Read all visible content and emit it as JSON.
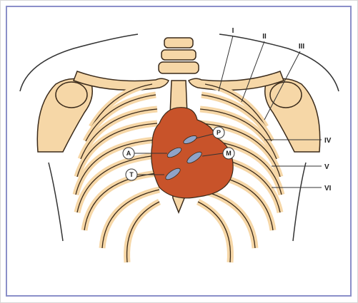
{
  "diagram": {
    "top_labels": [
      "I",
      "II",
      "III"
    ],
    "right_labels": [
      "IV",
      "V",
      "VI"
    ],
    "valve_labels": {
      "pulmonary": "P",
      "aortic": "A",
      "mitral": "M",
      "tricuspid": "T"
    },
    "colors": {
      "bone_fill": "#f6d7a7",
      "bone_stroke": "#3a2a1a",
      "heart_fill": "#c8532a",
      "valve_fill": "#8fa3c8",
      "frame_border": "#8b8fc9"
    }
  }
}
